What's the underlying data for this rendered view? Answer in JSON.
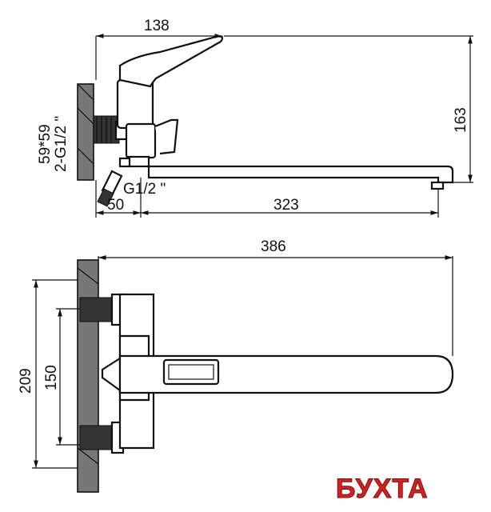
{
  "top_view": {
    "dim_overall_height": "138",
    "dim_height_right": "163",
    "dim_spout_length": "323",
    "dim_wall_offset": "50",
    "label_mount": "59*59",
    "label_thread_double": "2-G1/2 \"",
    "label_thread_single": "G1/2 \""
  },
  "bottom_view": {
    "dim_total_length": "386",
    "dim_outer_height": "209",
    "dim_inner_height": "150"
  },
  "brand": {
    "logo_text": "БУХТА",
    "color": "#d8201f"
  }
}
